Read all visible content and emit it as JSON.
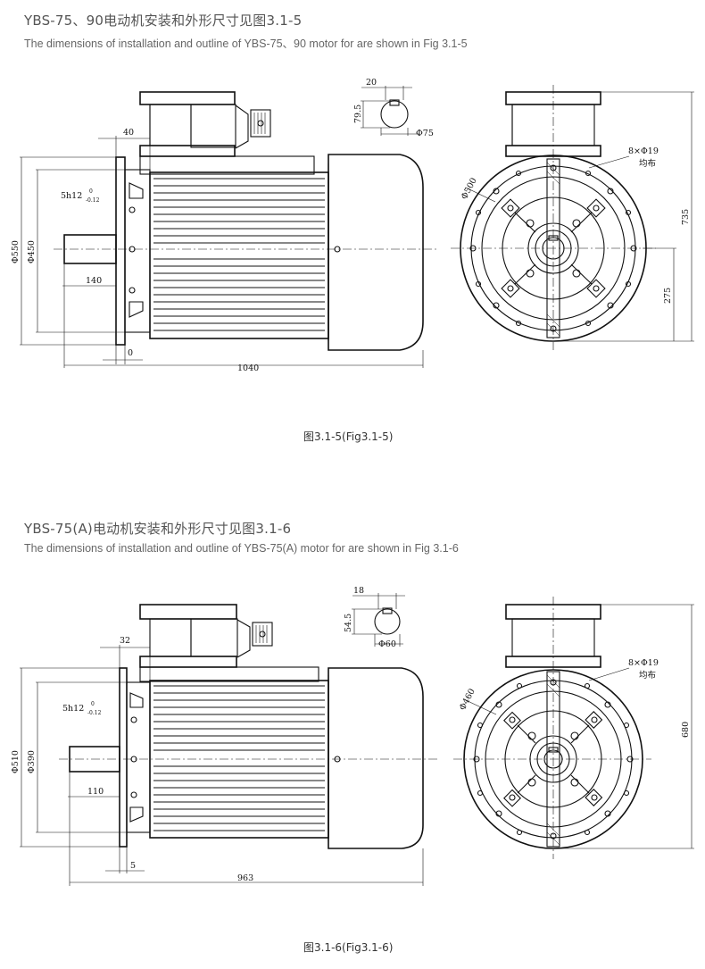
{
  "section1": {
    "title_cn": "YBS-75、90电动机安装和外形尺寸见图3.1-5",
    "title_en": "The dimensions of installation and outline of YBS-75、90 motor for are shown in Fig 3.1-5",
    "caption": "图3.1-5(Fig3.1-5)",
    "dims": {
      "flange_offset": "40",
      "shaft_tol": "5h12",
      "shaft_tol_upper": "0",
      "shaft_tol_lower": "-0.12",
      "outer_dia": "Φ550",
      "spigot_dia": "Φ450",
      "shaft_length": "140",
      "spigot_gap": "0",
      "total_length": "1040",
      "key_width": "20",
      "key_depth": "79.5",
      "shaft_dia": "Φ75",
      "pcd": "Φ500",
      "holes": "8×Φ19",
      "holes_note": "均布",
      "height": "735",
      "center_height": "275"
    }
  },
  "section2": {
    "title_cn": "YBS-75(A)电动机安装和外形尺寸见图3.1-6",
    "title_en": "The dimensions of installation and outline of YBS-75(A) motor for are shown in Fig 3.1-6",
    "caption": "图3.1-6(Fig3.1-6)",
    "dims": {
      "flange_offset": "32",
      "shaft_tol": "5h12",
      "shaft_tol_upper": "0",
      "shaft_tol_lower": "-0.12",
      "outer_dia": "Φ510",
      "spigot_dia": "Φ390",
      "shaft_length": "110",
      "spigot_gap": "5",
      "total_length": "963",
      "key_width": "18",
      "key_depth": "54.5",
      "shaft_dia": "Φ60",
      "pcd": "Φ460",
      "holes": "8×Φ19",
      "holes_note": "均布",
      "height": "680"
    }
  }
}
